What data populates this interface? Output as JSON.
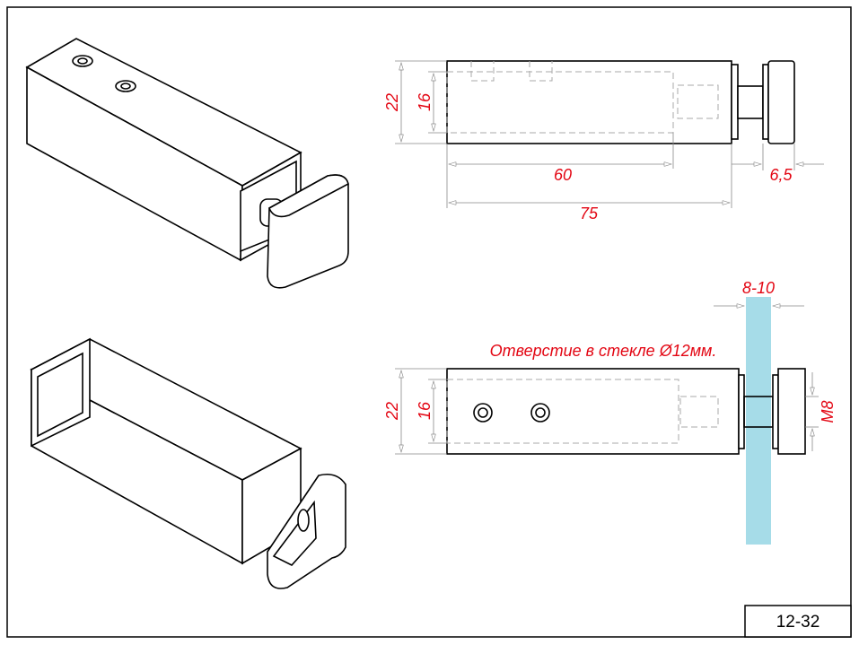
{
  "drawing": {
    "code": "12-32",
    "note": "Отверстие в стекле Ø12мм.",
    "colors": {
      "dimension": "#e30613",
      "glass": "#a6dce8"
    },
    "top_view": {
      "height_outer": "22",
      "height_inner": "16",
      "length_inner": "60",
      "length_total": "75",
      "cap": "6,5"
    },
    "bottom_view": {
      "height_outer": "22",
      "height_inner": "16",
      "thread": "M8",
      "glass_thickness": "8-10"
    }
  }
}
